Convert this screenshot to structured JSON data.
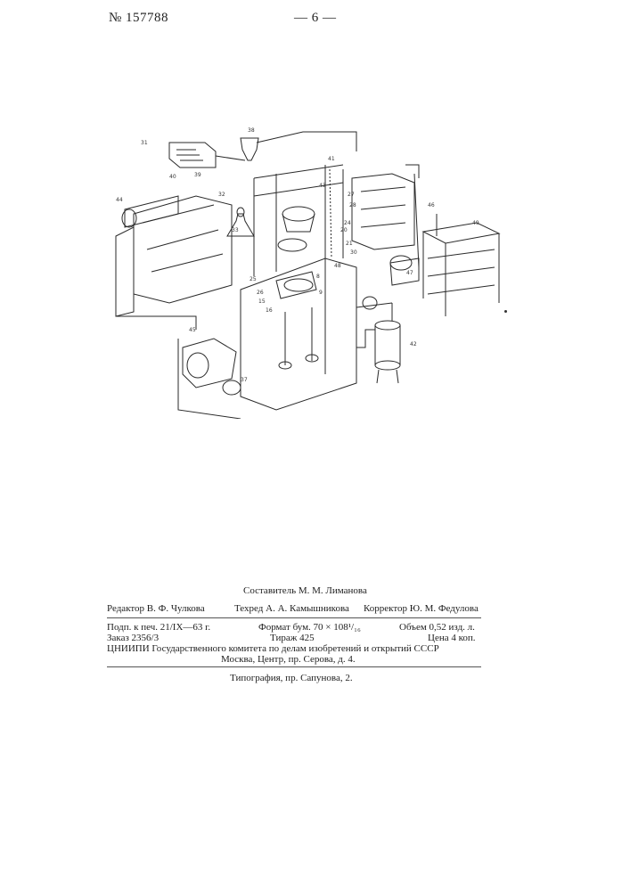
{
  "header": {
    "patent_number": "№ 157788",
    "page_number": "— 6 —"
  },
  "figure": {
    "labels": [
      "31",
      "38",
      "39",
      "46",
      "41",
      "49",
      "40",
      "32",
      "33",
      "43",
      "44",
      "45",
      "47",
      "42",
      "37",
      "25",
      "26",
      "15",
      "16",
      "8",
      "9",
      "30",
      "27",
      "28",
      "24",
      "20",
      "21",
      "48"
    ]
  },
  "imprint": {
    "compiler": "Составитель М. М. Лиманова",
    "editor": "Редактор В. Ф. Чулкова",
    "techred": "Техред А. А. Камышникова",
    "corrector": "Корректор Ю. М. Федулова",
    "signed": "Подп. к печ. 21/IX—63 г.",
    "format": "Формат бум. 70 × 108¹/₁₆",
    "volume": "Объем 0,52 изд. л.",
    "order": "Заказ 2356/3",
    "circulation": "Тираж 425",
    "price": "Цена 4 коп.",
    "institute": "ЦНИИПИ Государственного комитета по делам изобретений и открытий СССР",
    "address": "Москва, Центр, пр. Серова, д. 4.",
    "printing": "Типография, пр. Сапунова, 2."
  }
}
